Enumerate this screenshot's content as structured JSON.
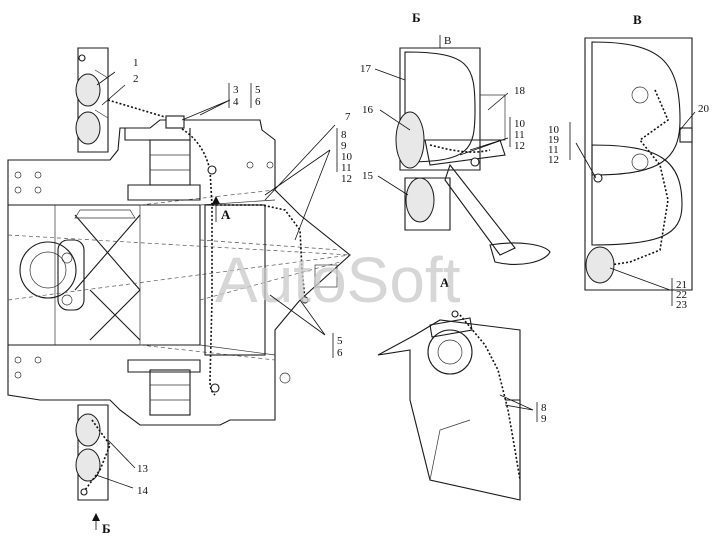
{
  "watermark": "AutoSoft",
  "view_labels": {
    "b_top": "Б",
    "b_bottom": "Б",
    "v_top": "В",
    "v_small": "В",
    "a_arrow": "А",
    "a_view": "А"
  },
  "callouts": {
    "n1": "1",
    "n2": "2",
    "n3": "3",
    "n4": "4",
    "n5": "5",
    "n6": "6",
    "n7": "7",
    "n8": "8",
    "n9": "9",
    "n10": "10",
    "n11": "11",
    "n12": "12",
    "n13": "13",
    "n14": "14",
    "n15": "15",
    "n16": "16",
    "n17": "17",
    "n18": "18",
    "n20": "20",
    "n21": "21",
    "n22": "22",
    "n23": "23",
    "g56b_5": "5",
    "g56b_6": "6",
    "g10v_10": "10",
    "g10v_19": "19",
    "g10v_11": "11",
    "g10v_12": "12",
    "g89b_8": "8",
    "g89b_9": "9"
  }
}
